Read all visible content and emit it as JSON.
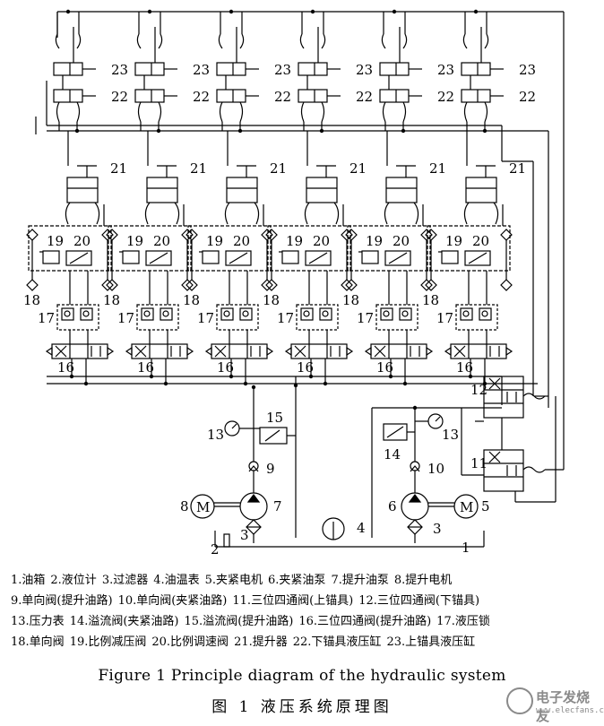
{
  "diagram": {
    "top_labels": [
      "23",
      "22"
    ],
    "units": [
      {
        "n21": "21",
        "n19": "19",
        "n20": "20",
        "n18": "18",
        "n17": "17",
        "n16": "16"
      },
      {
        "n21": "21",
        "n19": "19",
        "n20": "20",
        "n18": "18",
        "n17": "17",
        "n16": "16"
      },
      {
        "n21": "21",
        "n19": "19",
        "n20": "20",
        "n18": "18",
        "n17": "17",
        "n16": "16"
      },
      {
        "n21": "21",
        "n19": "19",
        "n20": "20",
        "n18": "18",
        "n17": "17",
        "n16": "16"
      },
      {
        "n21": "21",
        "n19": "19",
        "n20": "20",
        "n18": "18",
        "n17": "17",
        "n16": "16"
      },
      {
        "n21": "21",
        "n19": "19",
        "n20": "20",
        "n18": "18",
        "n17": "17",
        "n16": "16"
      }
    ],
    "callouts": {
      "c12": "12",
      "c11": "11",
      "c13a": "13",
      "c13b": "13",
      "c15": "15",
      "c14": "14",
      "c9": "9",
      "c10": "10",
      "c8": "8",
      "c7": "7",
      "c6": "6",
      "c5": "5",
      "c3a": "3",
      "c3b": "3",
      "c4": "4",
      "c2": "2",
      "c1": "1"
    },
    "motor_letter": "M"
  },
  "legend": [
    [
      "1.油箱",
      "2.液位计",
      "3.过滤器",
      "4.油温表",
      "5.夹紧电机",
      "6.夹紧油泵",
      "7.提升油泵",
      "8.提升电机"
    ],
    [
      "9.单向阀(提升油路)",
      "10.单向阀(夹紧油路)",
      "11.三位四通阀(上锚具)",
      "12.三位四通阀(下锚具)"
    ],
    [
      "13.压力表",
      "14.溢流阀(夹紧油路)",
      "15.溢流阀(提升油路)",
      "16.三位四通阀(提升油路)",
      "17.液压锁"
    ],
    [
      "18.单向阀",
      "19.比例减压阀",
      "20.比例调速阀",
      "21.提升器",
      "22.下锚具液压缸",
      "23.上锚具液压缸"
    ]
  ],
  "caption_en": "Figure 1    Principle diagram of the hydraulic system",
  "caption_zh": "图 1    液压系统原理图",
  "watermark": {
    "name": "电子发烧友",
    "url": "www.elecfans.com"
  }
}
